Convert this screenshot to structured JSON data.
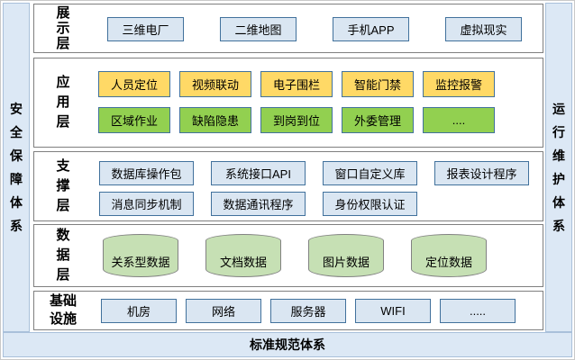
{
  "frame": {
    "left_bar": "安全保障体系",
    "right_bar": "运行维护体系",
    "bottom_bar": "标准规范体系"
  },
  "layers": [
    {
      "label": "展示层",
      "rows": [
        {
          "style": "blue",
          "boxes": [
            "三维电厂",
            "二维地图",
            "手机APP",
            "虚拟现实"
          ]
        }
      ]
    },
    {
      "label": "应用层",
      "rows": [
        {
          "style": "yellow",
          "boxes": [
            "人员定位",
            "视频联动",
            "电子围栏",
            "智能门禁",
            "监控报警"
          ]
        },
        {
          "style": "green",
          "boxes": [
            "区域作业",
            "缺陷隐患",
            "到岗到位",
            "外委管理",
            "...."
          ]
        }
      ]
    },
    {
      "label": "支撑层",
      "rows": [
        {
          "style": "blue",
          "boxes": [
            "数据库操作包",
            "系统接口API",
            "窗口自定义库",
            "报表设计程序"
          ]
        },
        {
          "style": "blue",
          "boxes": [
            "消息同步机制",
            "数据通讯程序",
            "身份权限认证"
          ]
        }
      ]
    },
    {
      "label": "数据层",
      "cylinders": [
        "关系型数据",
        "文档数据",
        "图片数据",
        "定位数据"
      ]
    },
    {
      "label": "基础设施",
      "rows": [
        {
          "style": "blue",
          "boxes": [
            "机房",
            "网络",
            "服务器",
            "WIFI",
            "....."
          ]
        }
      ]
    }
  ],
  "colors": {
    "frame_fill": "#dce8f5",
    "frame_border": "#a9c0da",
    "panel_border": "#7f7f7f",
    "box_blue_fill": "#dae6f2",
    "box_border": "#41719c",
    "box_yellow": "#ffd966",
    "box_green": "#92d050",
    "cylinder_fill": "#c6e0b4"
  }
}
